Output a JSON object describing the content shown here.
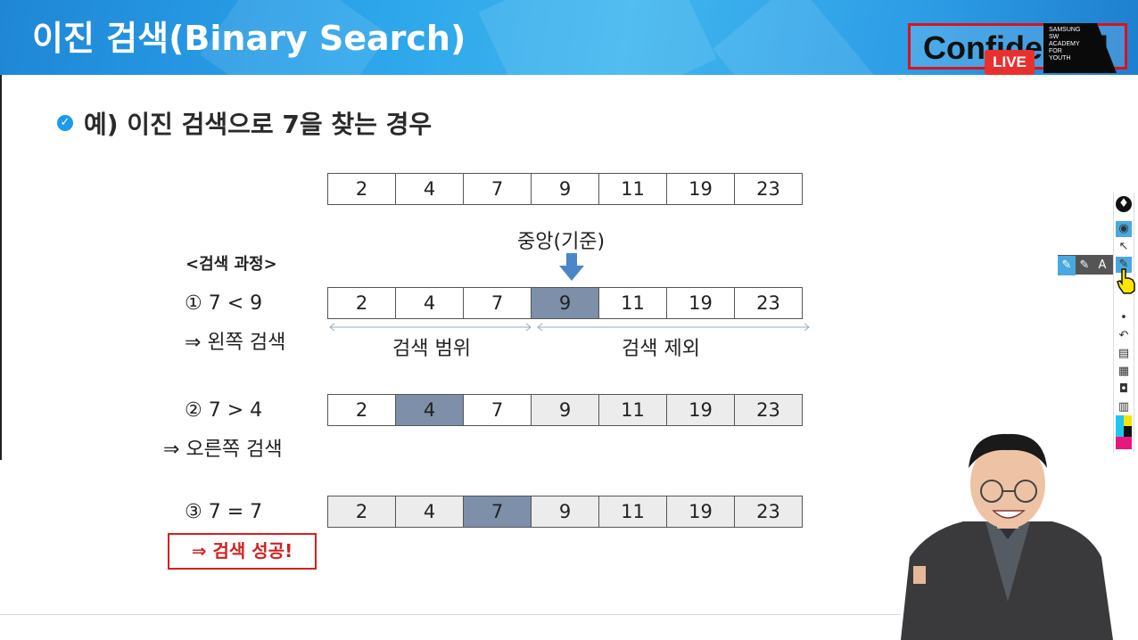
{
  "header": {
    "title": "이진 검색(Binary Search)",
    "confidential": "Confidential",
    "live_badge": "LIVE",
    "logo_lines": [
      "SAMSUNG",
      "SW",
      "ACADEMY",
      "FOR",
      "YOUTH"
    ]
  },
  "slide": {
    "subtitle": "예) 이진 검색으로 7을 찾는 경우",
    "array": [
      "2",
      "4",
      "7",
      "9",
      "11",
      "19",
      "23"
    ],
    "middle_label": "중앙(기준)",
    "process_label": "<검색 과정>",
    "steps": [
      {
        "compare": "① 7 < 9",
        "result": "⇒ 왼쪽 검색",
        "highlight_index": 3
      },
      {
        "compare": "② 7 > 4",
        "result": "⇒ 오른쪽 검색",
        "highlight_index": 1
      },
      {
        "compare": "③ 7 = 7",
        "result": "⇒ 검색 성공!",
        "highlight_index": 2
      }
    ],
    "range_in": "검색 범위",
    "range_out": "검색 제외"
  },
  "toolbar": {
    "icons": [
      "pen-tip-icon",
      "eye-icon",
      "pointer-icon",
      "highlighter-icon",
      "dot-icon",
      "undo-icon",
      "trash-icon",
      "board-icon",
      "camera-icon",
      "clipboard-icon",
      "color-palette-icon"
    ],
    "pen_options": [
      "pen-icon",
      "marker-icon",
      "text-icon"
    ],
    "text_tool_label": "A"
  },
  "colors": {
    "header_blue": "#2aa3ea",
    "highlight_cell": "#7d8fa9",
    "excluded_cell": "#ececec",
    "success_red": "#d42020",
    "live_red": "#e8312e"
  }
}
